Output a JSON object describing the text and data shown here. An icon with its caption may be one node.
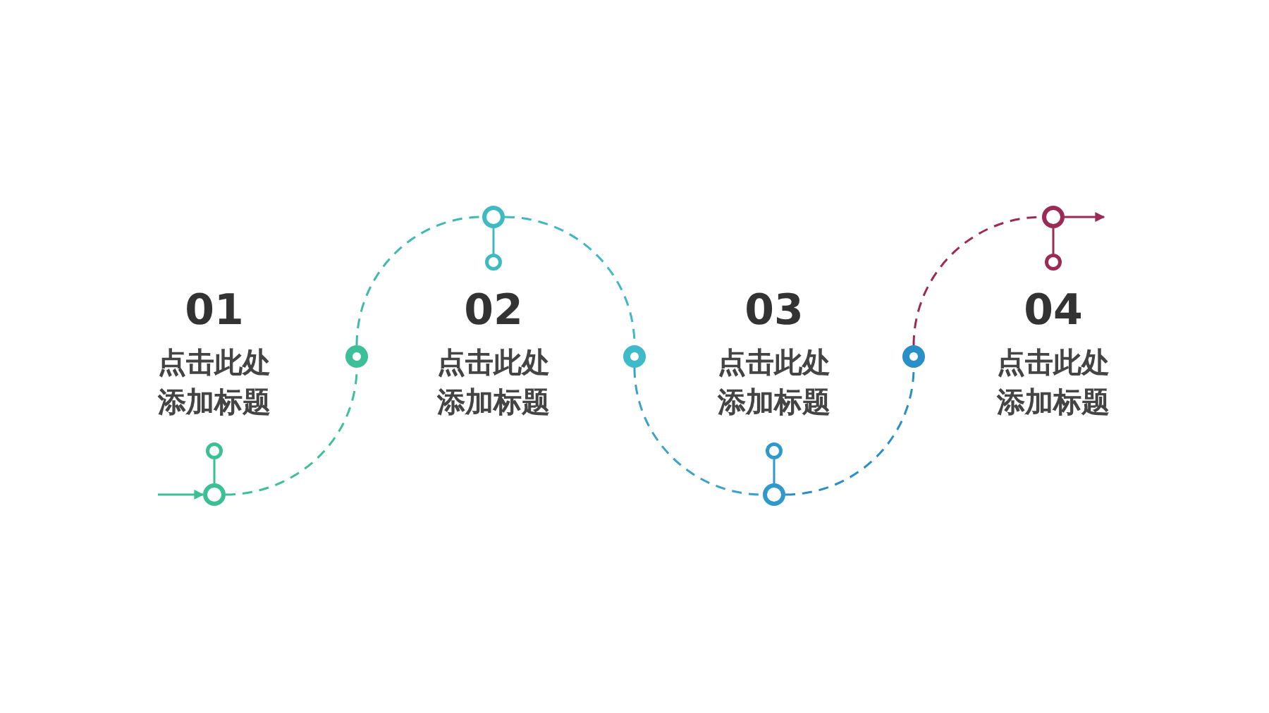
{
  "diagram": {
    "nodes": [
      {
        "text": [],
        "shape": "circle"
      },
      {
        "text": [],
        "shape": "circle"
      },
      {
        "text": [],
        "shape": "circle"
      },
      {
        "text": [],
        "shape": "circle"
      },
      {
        "text": [],
        "shape": "circle"
      },
      {
        "text": [],
        "shape": "circle"
      },
      {
        "text": [],
        "shape": "circle"
      },
      {
        "text": [],
        "shape": "circle"
      },
      {
        "text": [],
        "shape": "circle"
      },
      {
        "text": [],
        "shape": "circle"
      },
      {
        "text": [],
        "shape": "circle"
      }
    ],
    "edges": [
      {
        "from": null,
        "to": 1,
        "arrow": "to",
        "color": "#3dbf96"
      },
      {
        "from": 0,
        "to": 1,
        "arrow": "none",
        "color": "#3dbf96"
      },
      {
        "from": 1,
        "to": 2,
        "arrow": "none",
        "style": "dashed",
        "color": "#3dbf9a"
      },
      {
        "from": 2,
        "to": 3,
        "arrow": "none",
        "style": "dashed",
        "color": "#3fb8b0"
      },
      {
        "from": 3,
        "to": 4,
        "arrow": "none",
        "color": "#3fbac2"
      },
      {
        "from": 3,
        "to": 5,
        "arrow": "none",
        "style": "dashed",
        "color": "#3fb8c8"
      },
      {
        "from": 5,
        "to": 7,
        "arrow": "none",
        "style": "dashed",
        "color": "#3aa2cc"
      },
      {
        "from": 6,
        "to": 7,
        "arrow": "none",
        "color": "#2f98cc"
      },
      {
        "from": 7,
        "to": 8,
        "arrow": "none",
        "style": "dashed",
        "color": "#2a8fc6"
      },
      {
        "from": 8,
        "to": 9,
        "arrow": "none",
        "style": "dashed",
        "color": "#9b2a55"
      },
      {
        "from": 9,
        "to": 10,
        "arrow": "none",
        "color": "#9b2a55"
      },
      {
        "from": 9,
        "to": null,
        "arrow": "to",
        "color": "#9b2a55"
      }
    ],
    "labels": [
      "01",
      "点击此处添加标题",
      "02",
      "点击此处添加标题",
      "03",
      "点击此处添加标题",
      "04",
      "点击此处添加标题"
    ]
  }
}
